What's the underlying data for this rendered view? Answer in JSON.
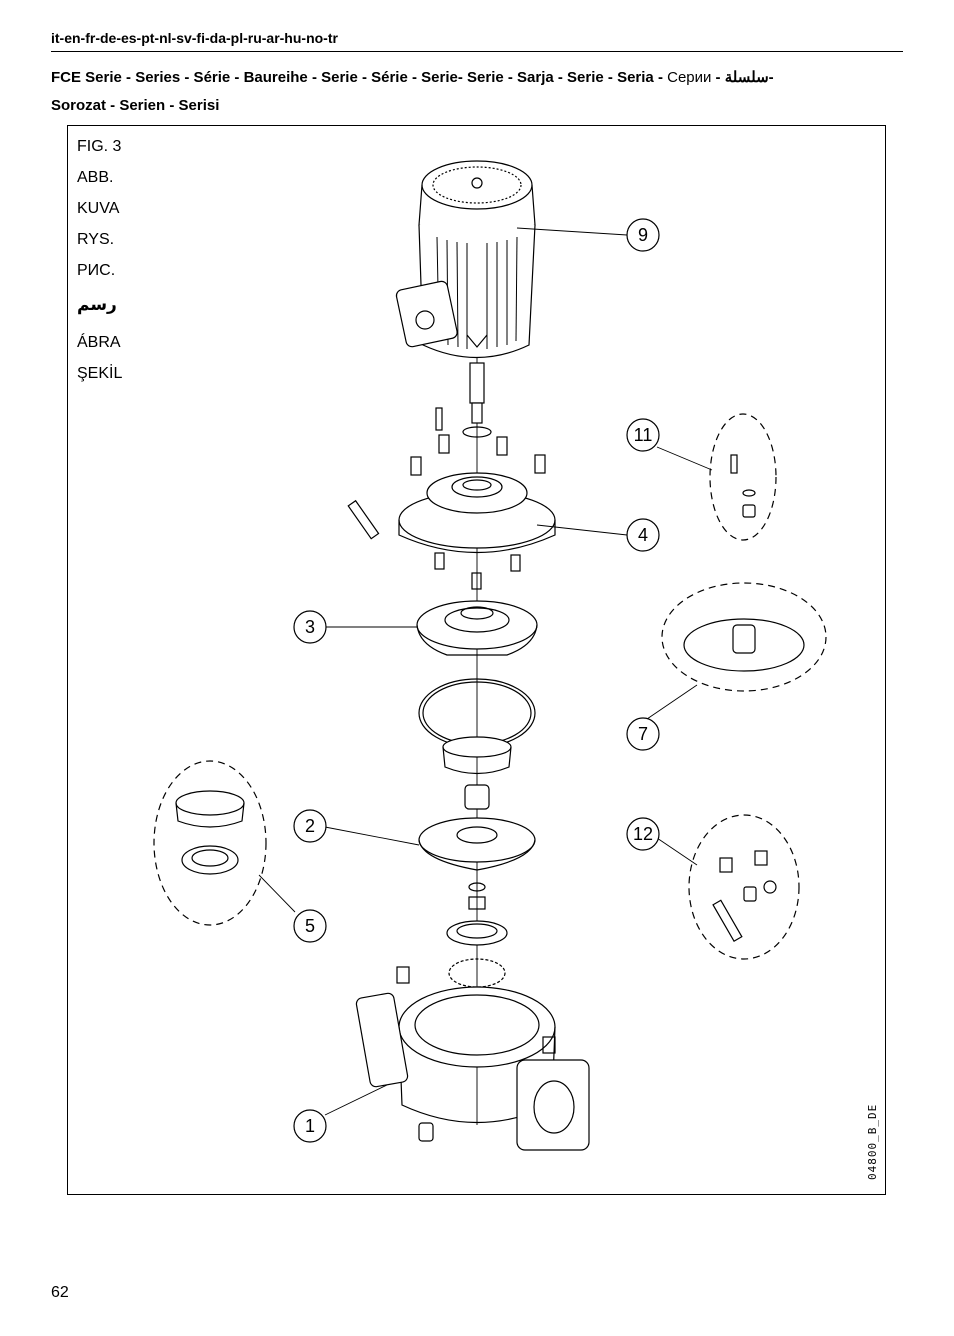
{
  "header": {
    "languages": "it-en-fr-de-es-pt-nl-sv-fi-da-pl-ru-ar-hu-no-tr",
    "series_line1_bold": "FCE Serie - Series - Série - Baureihe - Serie - Série - Serie- Serie - Sarja - Serie - Seria - ",
    "series_ru": "Серии",
    "series_sep": " - ",
    "series_ar": "سلسلة",
    "series_end": "-",
    "series_line2": "Sorozat - Serien - Serisi"
  },
  "figure": {
    "labels": {
      "it": "FIG. 3",
      "de": "ABB.",
      "fi": "KUVA",
      "pl": "RYS.",
      "ru": "РИС.",
      "ar": "رسم",
      "hu": "ÁBRA",
      "tr": "ŞEKİL"
    },
    "callouts": [
      "9",
      "11",
      "4",
      "3",
      "7",
      "2",
      "12",
      "5",
      "1"
    ],
    "drawing_code": "04800_B_DE"
  },
  "footer": {
    "page_number": "62"
  }
}
